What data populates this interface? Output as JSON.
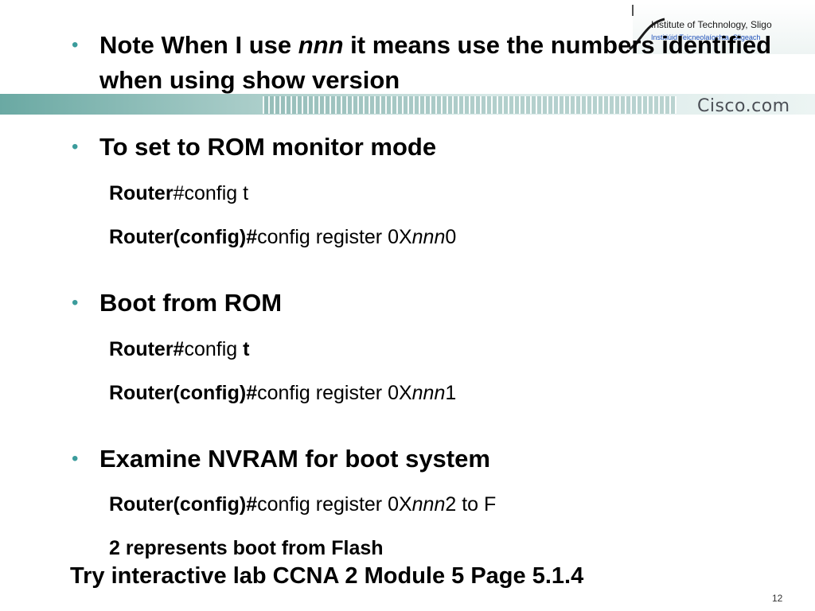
{
  "header": {
    "institute_name": "Institute of Technology, Sligo",
    "institute_irish": "Institiúid Teicneolaíochta, Sligeach",
    "cisco_logo": "Cisco.com",
    "logo_icon": "swoosh-icon",
    "accent_color": "#3b9c9c"
  },
  "bullets": [
    {
      "pre": "Note When I use ",
      "em": "nnn",
      "post": " it means use the numbers identified when using show version"
    },
    {
      "text": "To set to ROM monitor mode"
    },
    {
      "text": "Boot from ROM"
    },
    {
      "text": "Examine NVRAM for boot system"
    }
  ],
  "commands": {
    "rom_1": {
      "prompt": "Router",
      "cmd": "#config t"
    },
    "rom_2": {
      "prompt": "Router(config)#",
      "cmd": "config register 0X",
      "var": "nnn",
      "suffix": "0"
    },
    "boot_1": {
      "prompt": "Router#",
      "cmd": "config ",
      "bold_tail": "t"
    },
    "boot_2": {
      "prompt": "Router(config)#",
      "cmd": "config register 0X",
      "var": "nnn",
      "suffix": "1"
    },
    "nvram_1": {
      "prompt": "Router(config)#",
      "cmd": "config register 0X",
      "var": "nnn",
      "suffix": "2 to F"
    },
    "nvram_2": {
      "text": "2 represents boot from Flash"
    }
  },
  "footer": {
    "lab_note": "Try interactive lab CCNA  2 Module  5 Page 5.1.4",
    "page_number": "12"
  }
}
